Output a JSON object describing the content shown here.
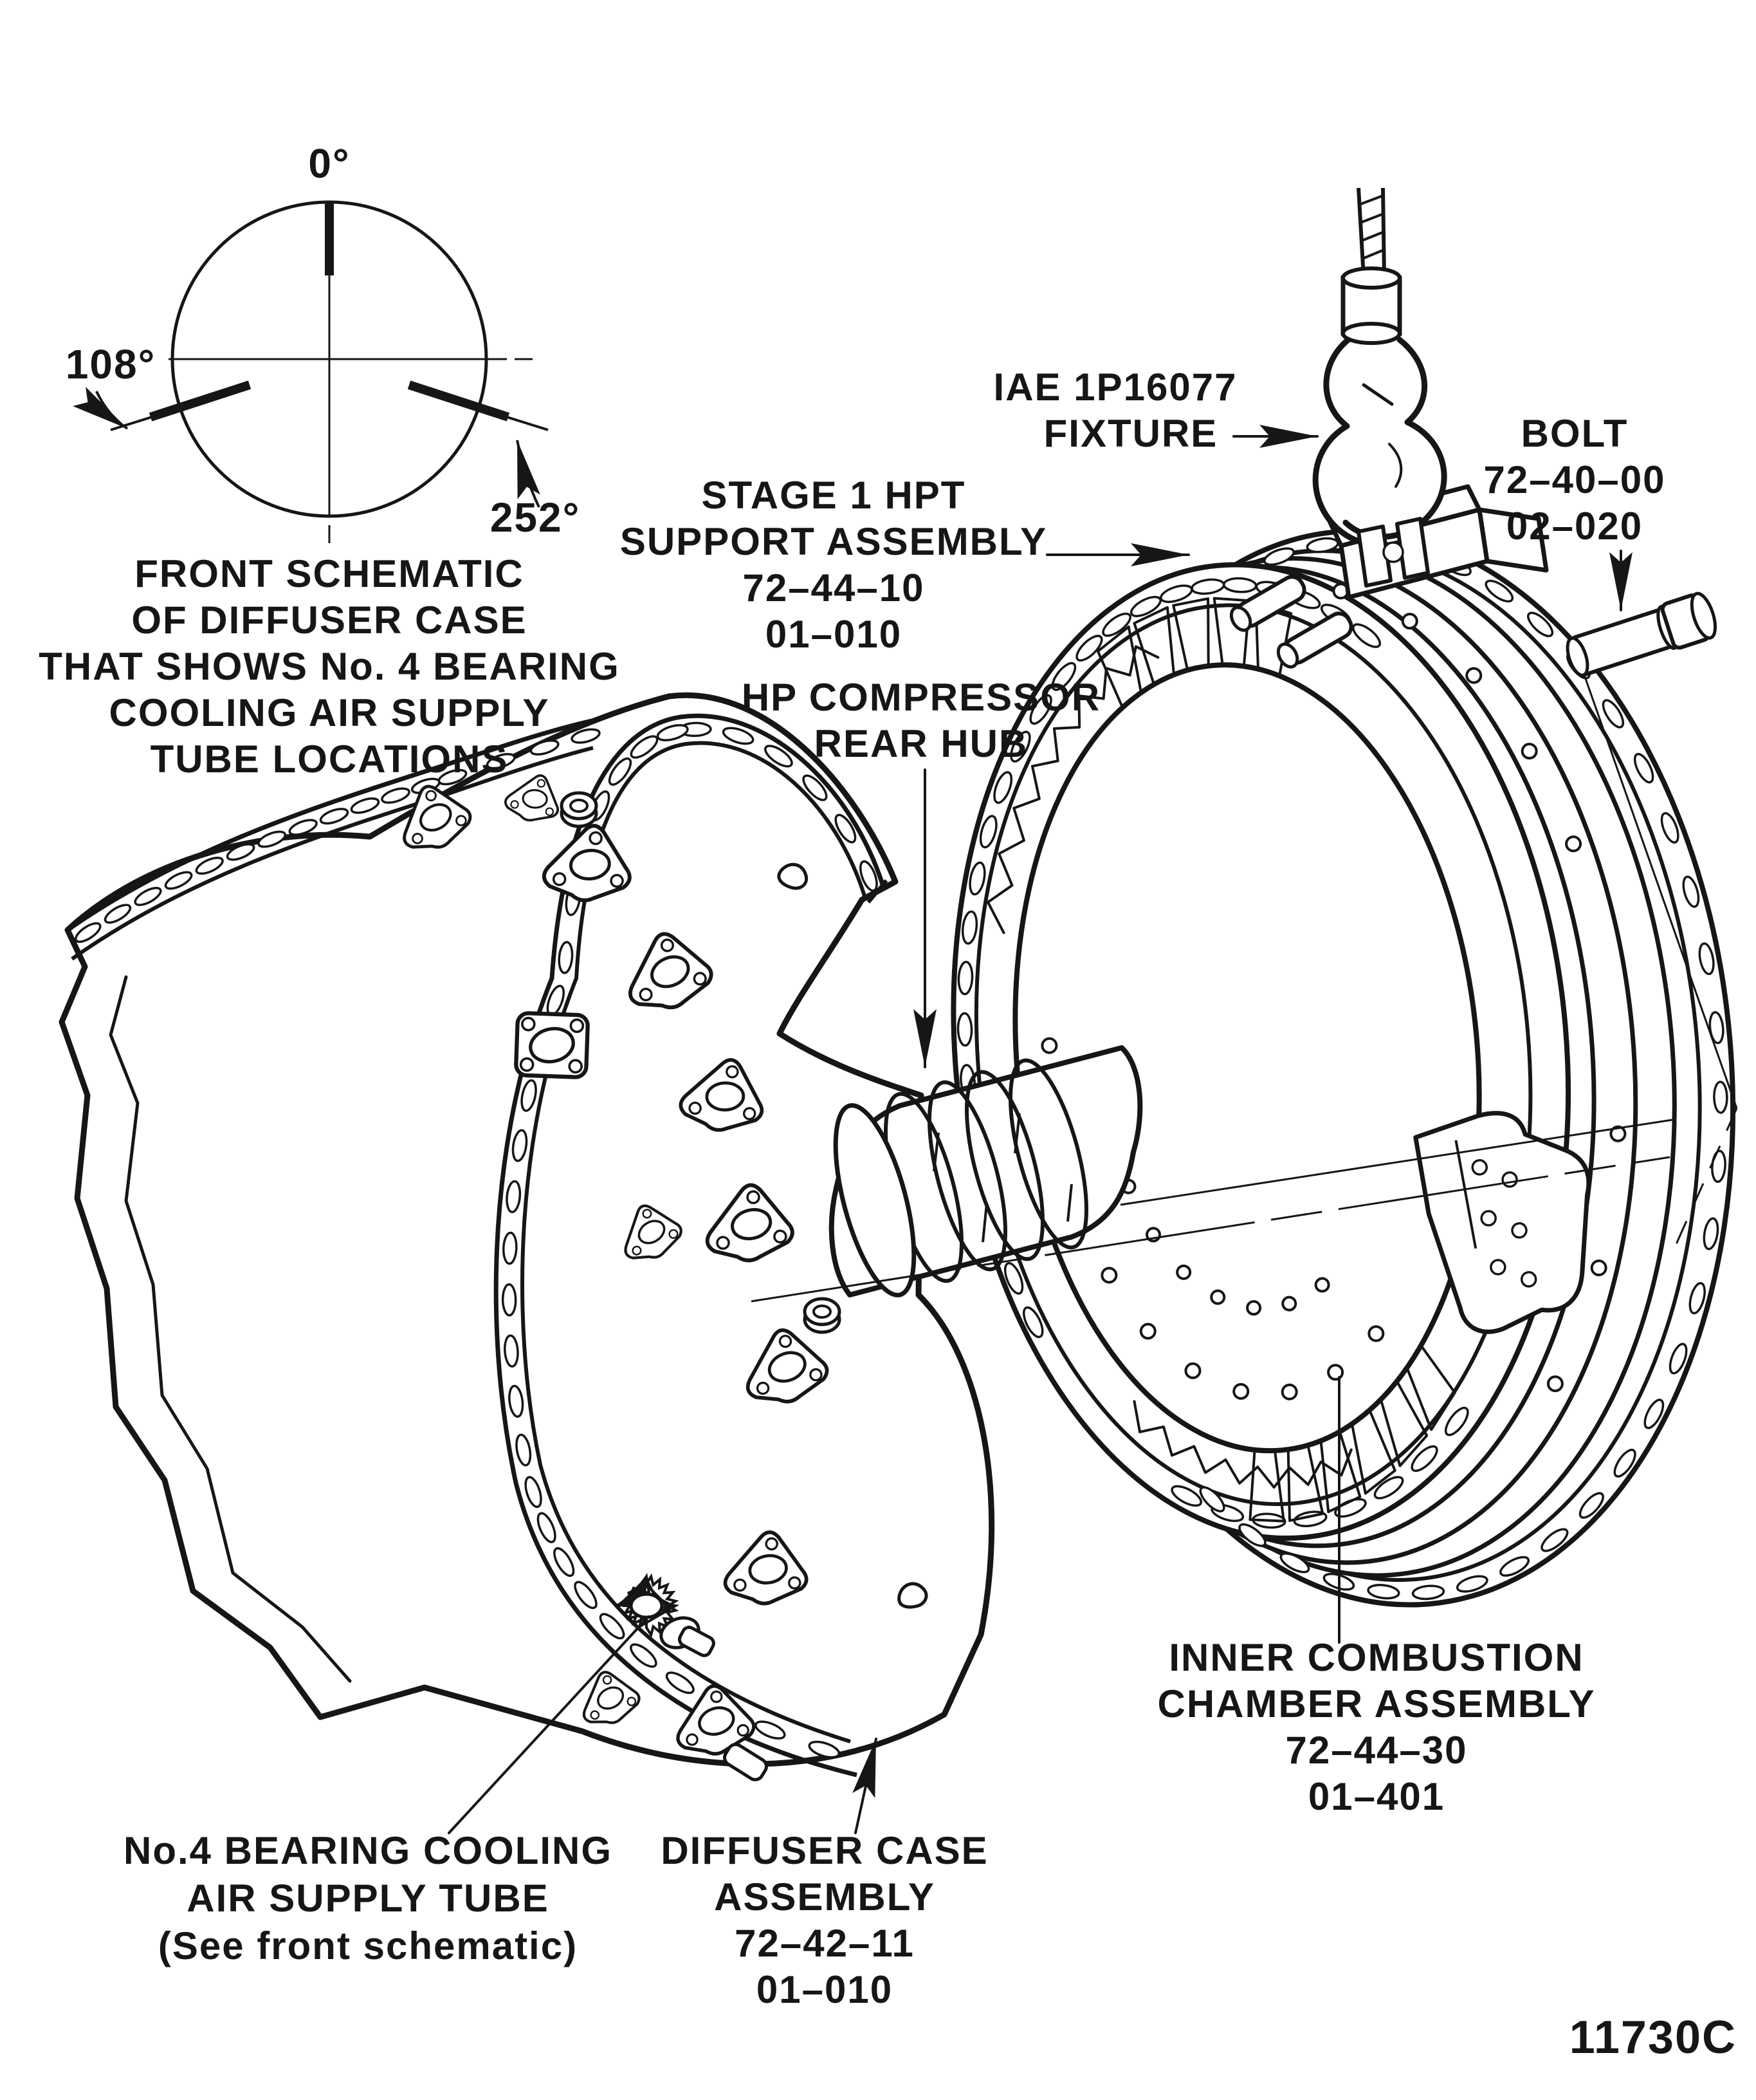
{
  "figure": {
    "number": "11730C"
  },
  "schematic": {
    "angle_top": "0°",
    "angle_left": "108°",
    "angle_right": "252°",
    "caption_lines": [
      "FRONT SCHEMATIC",
      "OF DIFFUSER CASE",
      "THAT SHOWS No. 4 BEARING",
      "COOLING AIR SUPPLY",
      "TUBE LOCATIONS"
    ]
  },
  "labels": {
    "fixture": {
      "lines": [
        "IAE 1P16077",
        "FIXTURE"
      ]
    },
    "bolt": {
      "lines": [
        "BOLT",
        "72–40–00",
        "02–020"
      ]
    },
    "stage1_hpt": {
      "lines": [
        "STAGE 1 HPT",
        "SUPPORT ASSEMBLY",
        "72–44–10",
        "01–010"
      ]
    },
    "hp_hub": {
      "lines": [
        "HP COMPRESSOR",
        "REAR HUB"
      ]
    },
    "inner_combustion": {
      "lines": [
        "INNER COMBUSTION",
        "CHAMBER ASSEMBLY",
        "72–44–30",
        "01–401"
      ]
    },
    "no4_bearing": {
      "lines": [
        "No.4 BEARING COOLING",
        "AIR SUPPLY TUBE",
        "(See front schematic)"
      ]
    },
    "diffuser_case": {
      "lines": [
        "DIFFUSER CASE",
        "ASSEMBLY",
        "72–42–11",
        "01–010"
      ]
    }
  },
  "colors": {
    "ink": "#161616",
    "paper": "#ffffff"
  }
}
